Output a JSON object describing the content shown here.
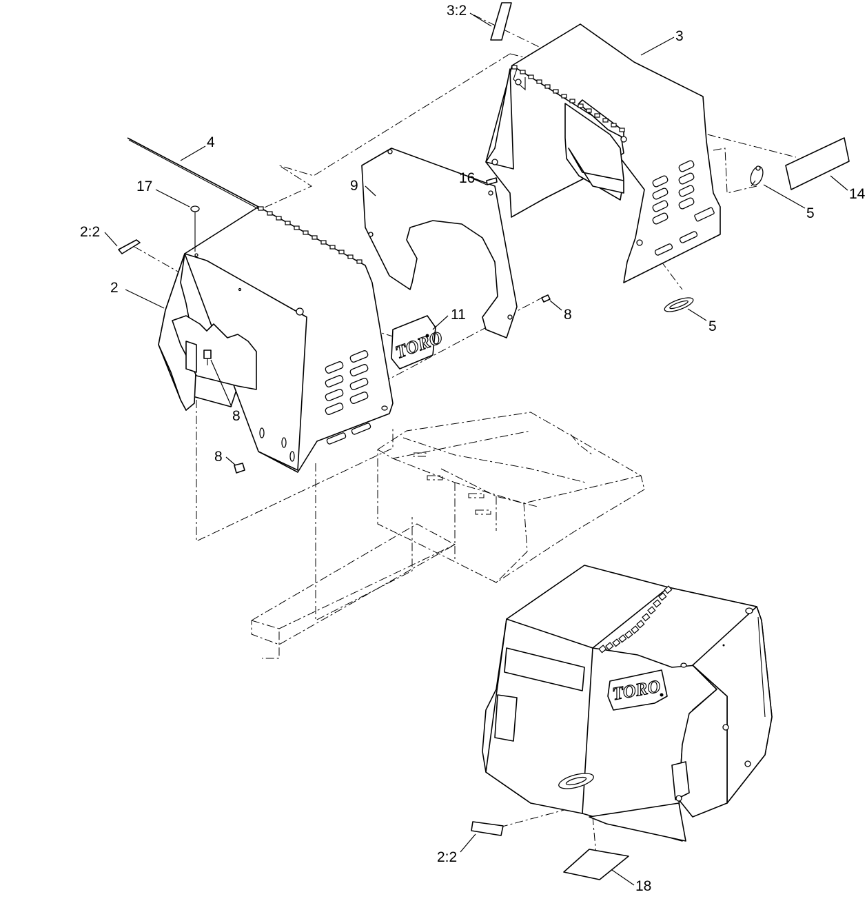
{
  "callouts": {
    "c3_2": "3:2",
    "c3": "3",
    "c4": "4",
    "c17": "17",
    "c9": "9",
    "c16": "16",
    "c14": "14",
    "c5a": "5",
    "c2_2a": "2:2",
    "c2": "2",
    "c11": "11",
    "c8a": "8",
    "c5b": "5",
    "c8b": "8",
    "c8c": "8",
    "c2_2b": "2:2",
    "c18": "18"
  },
  "logos": {
    "front_logo": "TORO",
    "assembled_logo": "TORO"
  }
}
